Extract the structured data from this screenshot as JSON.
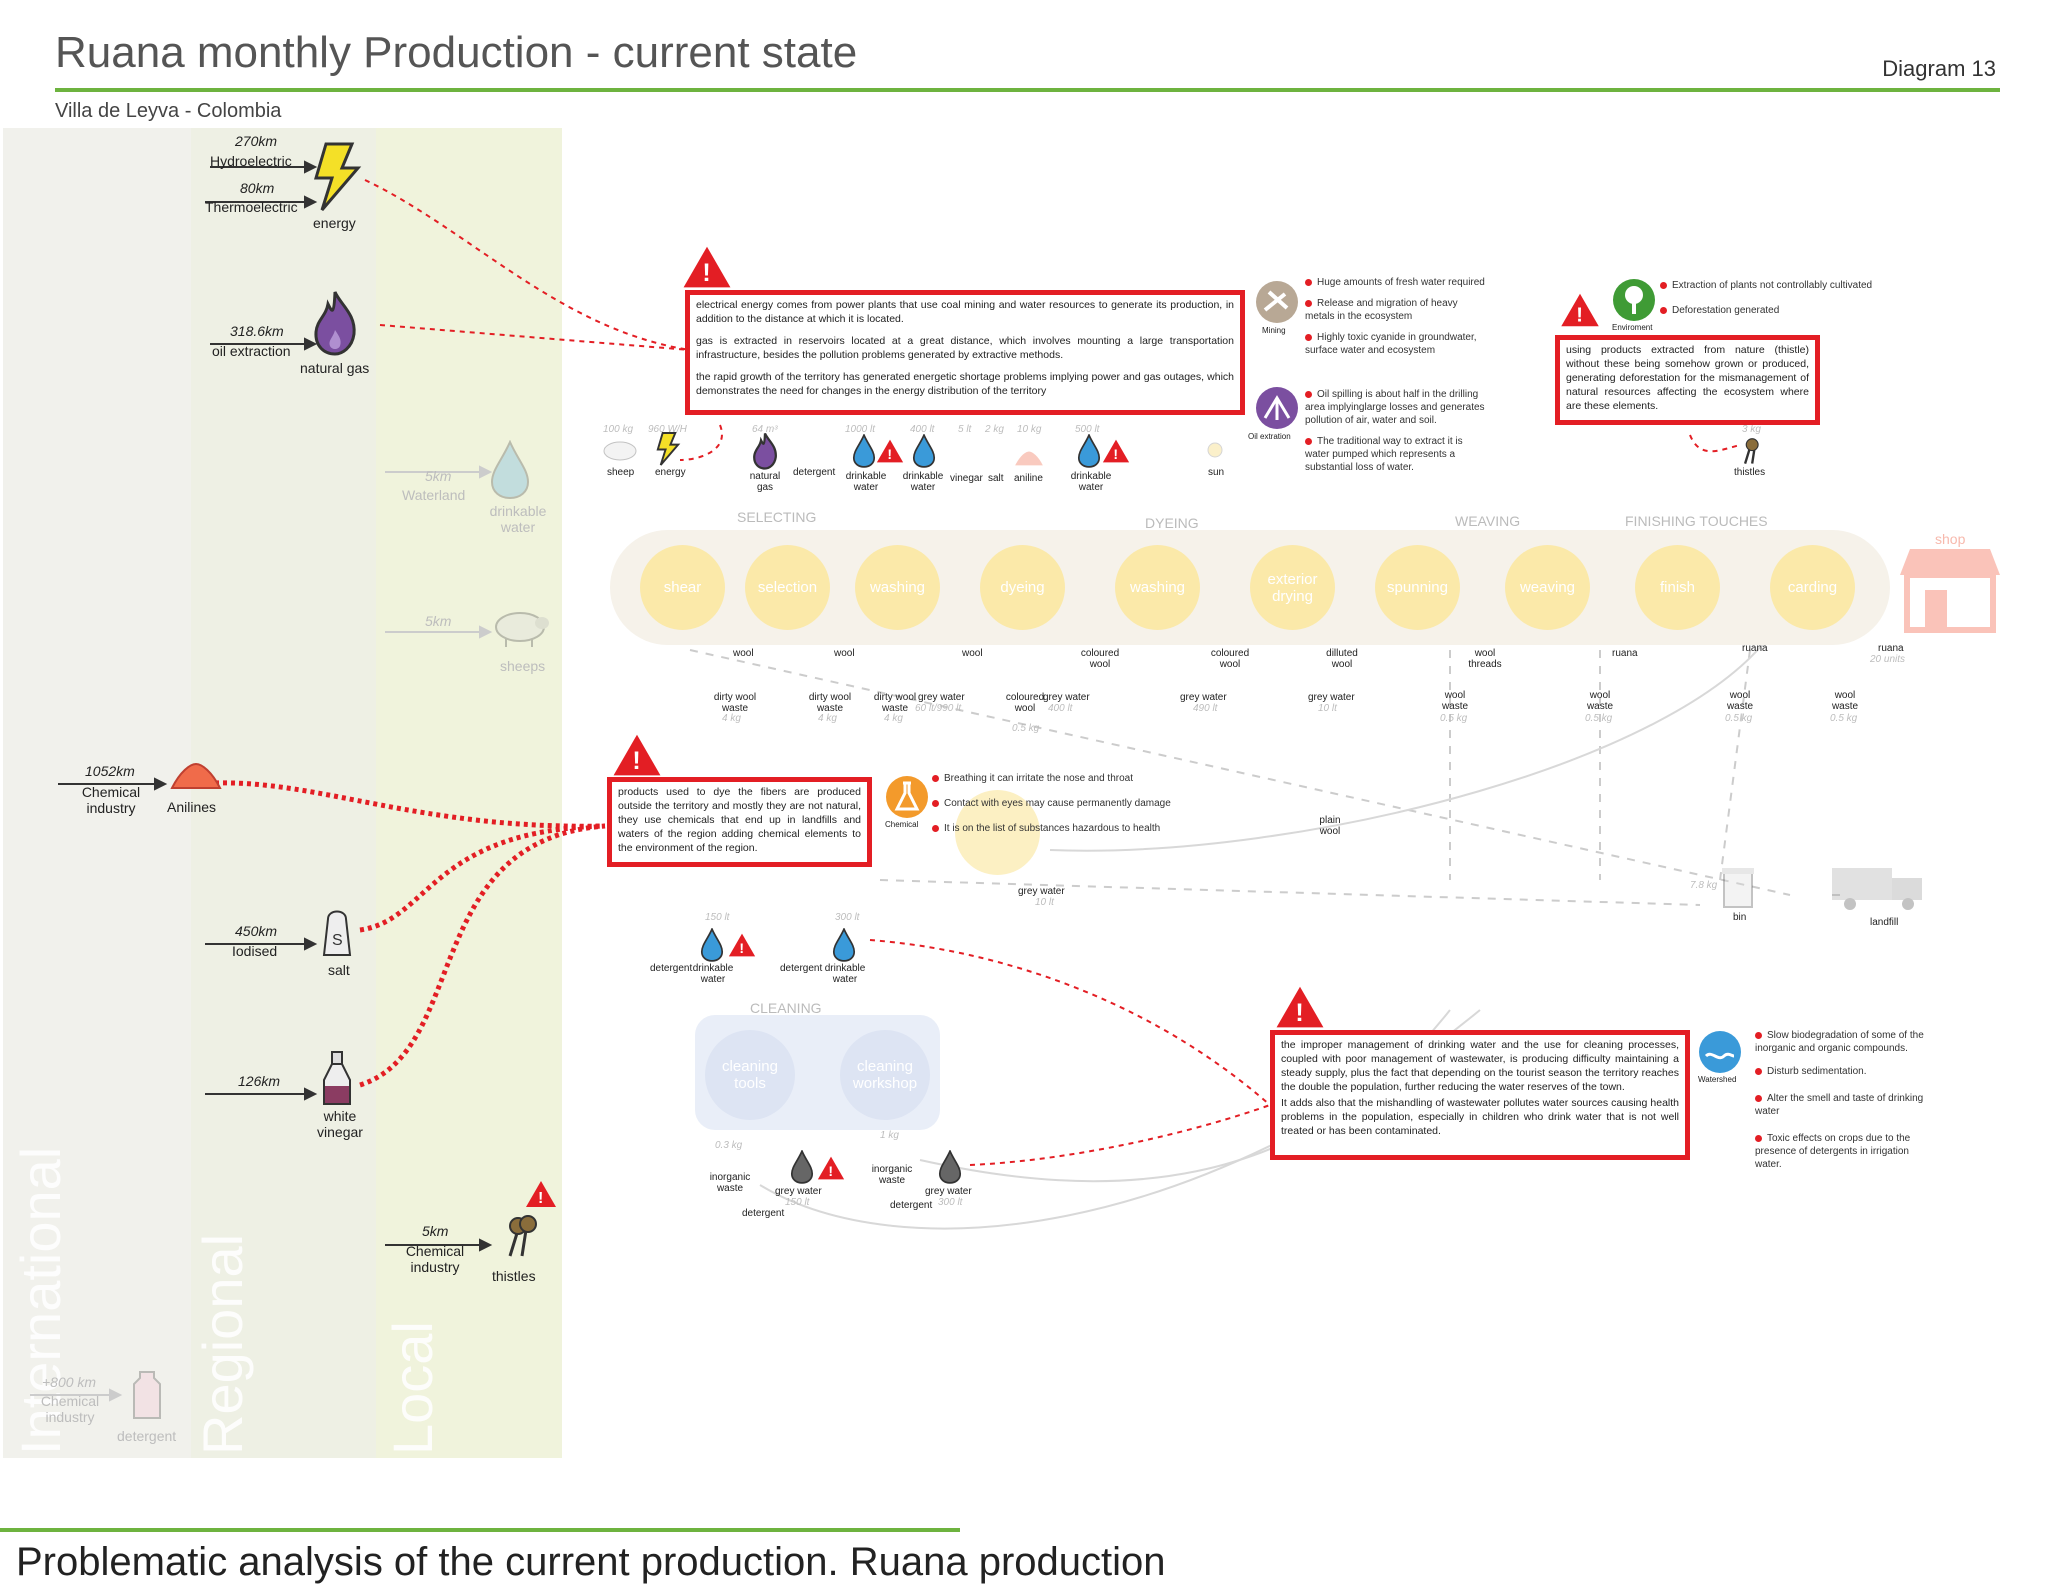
{
  "header": {
    "title": "Ruana monthly Production - current state",
    "diagram_number": "Diagram 13",
    "location": "Villa de Leyva - Colombia"
  },
  "caption": "Problematic analysis of the current production. Ruana production",
  "bands": {
    "international": "International",
    "regional": "Regional",
    "local": "Local"
  },
  "sources": {
    "hydro_km": "270km",
    "hydro_label": "Hydroelectric",
    "thermo_km": "80km",
    "thermo_label": "Thermoelectric",
    "energy": "energy",
    "oil_km": "318.6km",
    "oil_label": "oil extraction",
    "natural_gas": "natural gas",
    "water_km": "5km",
    "water_label": "Waterland",
    "drinkable_water": "drinkable water",
    "sheep_km": "5km",
    "sheeps": "sheeps",
    "chem_km": "1052km",
    "chem_label": "Chemical industry",
    "anilines": "Anilines",
    "salt_km": "450km",
    "salt_label": "Iodised",
    "salt": "salt",
    "vinegar_km": "126km",
    "vinegar": "white vinegar",
    "thistle_km": "5km",
    "thistle_label": "Chemical industry",
    "thistles": "thistles",
    "det_km": "+800 km",
    "det_label": "Chemical industry",
    "detergent": "detergent"
  },
  "inputs_row": {
    "q1": "100 kg",
    "q2": "960 W/H",
    "q3": "64 m³",
    "q4": "1000 lt",
    "q5": "400 lt",
    "q6": "5 lt",
    "q7": "2 kg",
    "q8": "10 kg",
    "q9": "500 lt",
    "q10": "3 kg",
    "sheep": "sheep",
    "energy": "energy",
    "natural_gas": "natural gas",
    "detergent": "detergent",
    "drinkable_water": "drinkable water",
    "vinegar": "vinegar",
    "salt": "salt",
    "aniline": "aniline",
    "sun": "sun",
    "thistles": "thistles"
  },
  "stages": {
    "selecting": "SELECTING",
    "dyeing": "DYEING",
    "weaving": "WEAVING",
    "finishing": "FINISHING TOUCHES",
    "cleaning": "CLEANING",
    "shop": "shop"
  },
  "processes": [
    "shear",
    "selection",
    "washing",
    "dyeing",
    "washing",
    "exterior drying",
    "spunning",
    "weaving",
    "finish",
    "carding"
  ],
  "cleaning_processes": [
    "cleaning tools",
    "cleaning workshop"
  ],
  "outputs": {
    "wool": "wool",
    "dirty_wool_waste": "dirty wool waste",
    "dw_q": "4 kg",
    "grey_water": "grey water",
    "gw1": "60 lt/990 lt",
    "coloured_wool": "coloured wool",
    "gw2": "400 lt",
    "ww": "0.5 kg",
    "gw3": "490 lt",
    "dilluted_wool": "dilluted wool",
    "gw4": "10 lt",
    "wool_threads": "wool threads",
    "wool_waste": "wool waste",
    "ww_q": "0.5 kg",
    "ruana": "ruana",
    "ruana_units": "20 units",
    "bin_q": "7.8 kg",
    "bin": "bin",
    "landfill": "landfill",
    "plain_wool": "plain wool",
    "gw5": "10 lt"
  },
  "cleaning_inputs": {
    "q1": "150 lt",
    "q2": "300 lt",
    "detergent": "detergent",
    "drinkable_water": "drinkable water",
    "waste1": "0.3 kg",
    "waste2": "1 kg",
    "inorganic_waste": "inorganic waste",
    "grey_water": "grey water",
    "gw1": "150 lt",
    "gw2": "300 lt",
    "detergent2": "detergent"
  },
  "alerts": {
    "energy": {
      "p1": "electrical energy comes from power plants that use coal mining and water resources to generate its production, in addition to the distance at which it is located.",
      "p2": "gas is extracted in reservoirs located at a great distance, which involves mounting a large transportation infrastructure, besides the pollution problems generated by extractive methods.",
      "p3": "the rapid growth of the territory has generated energetic shortage problems implying power and gas outages, which demonstrates the need for changes in the energy distribution of the territory"
    },
    "mining": {
      "label": "Mining",
      "b1": "Huge amounts of fresh water required",
      "b2": "Release and migration of heavy metals in the ecosystem",
      "b3": "Highly toxic cyanide in groundwater, surface water and ecosystem"
    },
    "oil": {
      "label": "Oil extration",
      "b1": "Oil spilling is about half in the drilling area implyinglarge losses and generates pollution of air, water and soil.",
      "b2": "The traditional way to extract it is water pumped which represents a substantial loss of water."
    },
    "environment": {
      "label": "Enviroment",
      "b1": "Extraction of plants not controllably cultivated",
      "b2": "Deforestation generated",
      "text": "using products extracted from nature (thistle) without these being somehow grown or produced, generating deforestation for the mismanagement of natural resources affecting the ecosystem where are these elements."
    },
    "chemical": {
      "text": "products used to dye the fibers are produced outside the territory and mostly they are not natural, they use chemicals that end up in landfills and waters of the region adding chemical elements to the environment of the region.",
      "label": "Chemical",
      "b1": "Breathing it can irritate the nose and throat",
      "b2": "Contact with eyes may cause permanently damage",
      "b3": "It is on the list of substances hazardous to health"
    },
    "water": {
      "p1": "the improper management of drinking water and the use for cleaning processes, coupled with poor management of wastewater, is producing difficulty maintaining a steady supply, plus the fact that depending on the tourist season the territory reaches the double the population, further reducing the water reserves of the town.",
      "p2": "It adds also that the mishandling of wastewater pollutes water sources causing health problems in the population, especially in children who drink water that is not well treated or has been contaminated.",
      "label": "Watershed",
      "b1": "Slow biodegradation of some of the inorganic and organic compounds.",
      "b2": "Disturb sedimentation.",
      "b3": "Alter the smell and taste of drinking water",
      "b4": "Toxic effects on crops due to the presence of detergents in irrigation water."
    }
  },
  "colors": {
    "accent_green": "#6db33f",
    "alert_red": "#e31e24",
    "process_yellow": "#fbe9a9",
    "band_green": "#eef1de"
  }
}
